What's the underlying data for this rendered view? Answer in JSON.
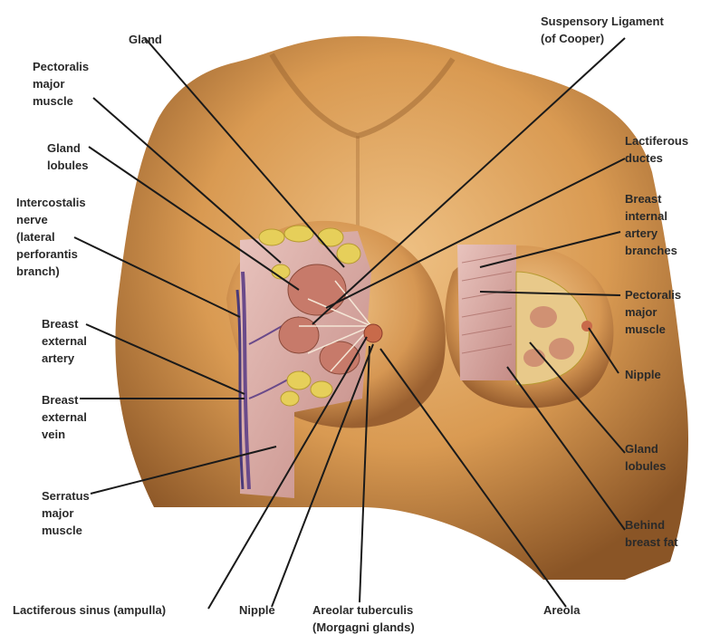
{
  "labels": {
    "gland_top": "Gland",
    "pectoralis_left": "Pectoralis\nmajor\nmuscle",
    "gland_lobules_left": "Gland\nlobules",
    "intercostalis": "Intercostalis\nnerve\n(lateral\nperforantis\nbranch)",
    "breast_external_artery": "Breast\nexternal\nartery",
    "breast_external_vein": "Breast\nexternal\nvein",
    "serratus": "Serratus\nmajor\nmuscle",
    "lactiferous_sinus": "Lactiferous sinus (ampulla)",
    "nipple_bottom": "Nipple",
    "areolar_tuberculis": "Areolar tuberculis\n(Morgagni glands)",
    "areola": "Areola",
    "suspensory": "Suspensory Ligament\n(of Cooper)",
    "lactiferous_ductes": "Lactiferous\nductes",
    "breast_internal_artery": "Breast\ninternal\nartery\nbranches",
    "pectoralis_right": "Pectoralis\nmajor\nmuscle",
    "nipple_right": "Nipple",
    "gland_lobules_right": "Gland\nlobules",
    "behind_breast_fat": "Behind\nbreast fat"
  },
  "colors": {
    "skin_light": "#e8b36e",
    "skin_mid": "#c98a45",
    "skin_dark": "#7a4a22",
    "muscle": "#d9a7a0",
    "fat": "#e6cf5a",
    "gland": "#c77a6a",
    "vessel": "#6a4a8a",
    "leader": "#1a1a1a"
  }
}
